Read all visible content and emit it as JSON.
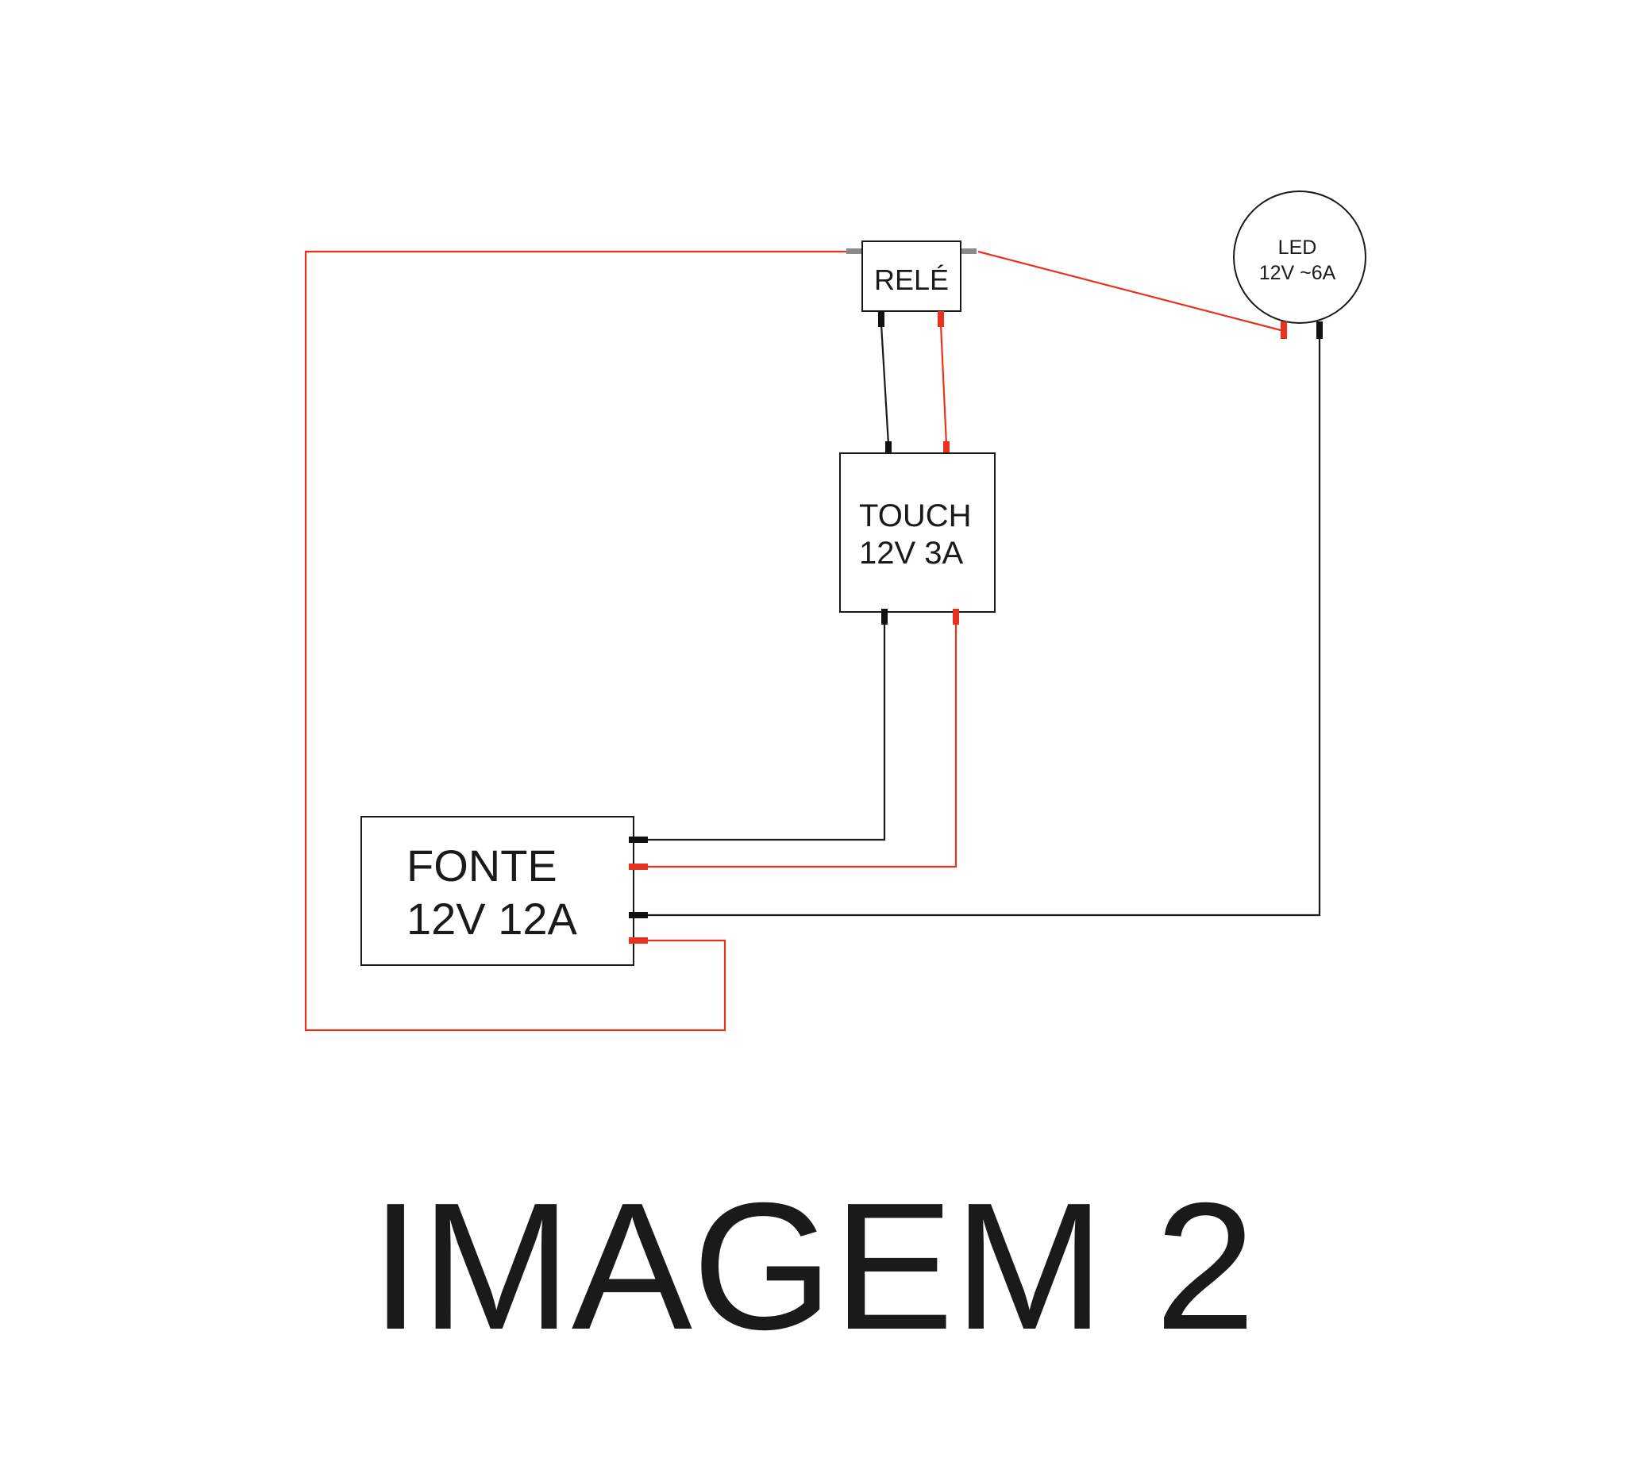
{
  "components": {
    "rele": {
      "label": "RELÉ"
    },
    "touch": {
      "line1": "TOUCH",
      "line2": "12V 3A"
    },
    "fonte": {
      "line1": "FONTE",
      "line2": "12V 12A"
    },
    "led": {
      "line1": "LED",
      "line2": "12V ~6A"
    }
  },
  "caption": "IMAGEM 2",
  "colors": {
    "positive_wire": "#e8321e",
    "negative_wire": "#1a1a1a",
    "relay_terminal": "#8a8a8a"
  }
}
